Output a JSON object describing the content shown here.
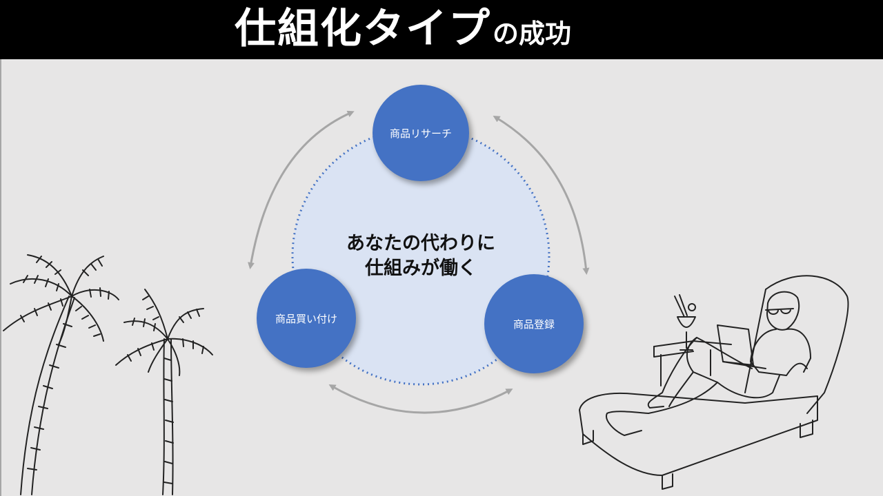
{
  "title": {
    "main": "仕組化タイプ",
    "sub": "の成功"
  },
  "center": {
    "line1": "あなたの代わりに",
    "line2": "仕組みが働く"
  },
  "nodes": {
    "research": "商品リサーチ",
    "buying": "商品買い付け",
    "registration": "商品登録"
  },
  "colors": {
    "title_background": "#000000",
    "slide_background": "#e7e6e6",
    "node_fill": "#4472c4",
    "center_fill": "#dae3f3",
    "dotted_outline": "#4472c4",
    "arrow": "#a6a6a6"
  }
}
